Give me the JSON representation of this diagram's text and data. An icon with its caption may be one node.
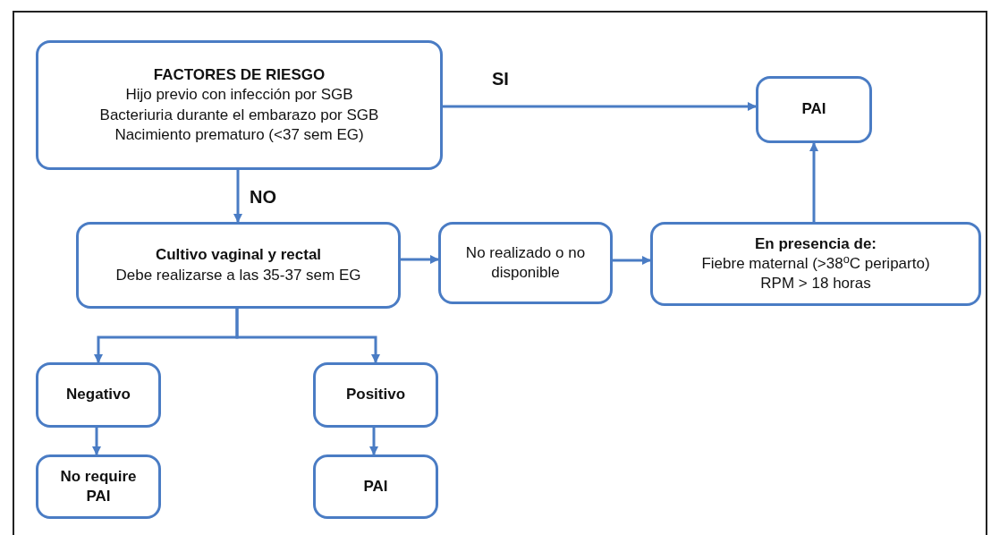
{
  "diagram": {
    "nodes": [
      {
        "text": [
          "FACTORES DE RIESGO",
          "Hijo previo con infección por SGB",
          "Bacteriuria durante el embarazo por SGB",
          "Nacimiento prematuro (<37 sem EG)"
        ]
      },
      {
        "text": [
          "PAI"
        ]
      },
      {
        "text": [
          "Cultivo vaginal y rectal",
          "Debe realizarse a las 35-37 sem EG"
        ]
      },
      {
        "text": [
          "No realizado o no disponible"
        ]
      },
      {
        "text": [
          "En presencia de:",
          "Fiebre maternal (>38$^{o}$C periparto)",
          "RPM > 18 horas"
        ]
      },
      {
        "text": [
          "Negativo"
        ]
      },
      {
        "text": [
          "Positivo"
        ]
      },
      {
        "text": [
          "No require PAI"
        ]
      },
      {
        "text": [
          "PAI"
        ]
      }
    ],
    "edges": [
      {
        "from": 0,
        "to": 1,
        "arrow": "to",
        "label": "SI"
      },
      {
        "from": 0,
        "to": 2,
        "arrow": "to",
        "label": "NO"
      },
      {
        "from": 2,
        "to": 3,
        "arrow": "to"
      },
      {
        "from": 3,
        "to": 4,
        "arrow": "to"
      },
      {
        "from": 4,
        "to": 1,
        "arrow": "to"
      },
      {
        "from": 2,
        "to": 5,
        "arrow": "to"
      },
      {
        "from": 2,
        "to": 6,
        "arrow": "to"
      },
      {
        "from": 5,
        "to": 7,
        "arrow": "to"
      },
      {
        "from": 6,
        "to": 8,
        "arrow": "to"
      }
    ]
  }
}
